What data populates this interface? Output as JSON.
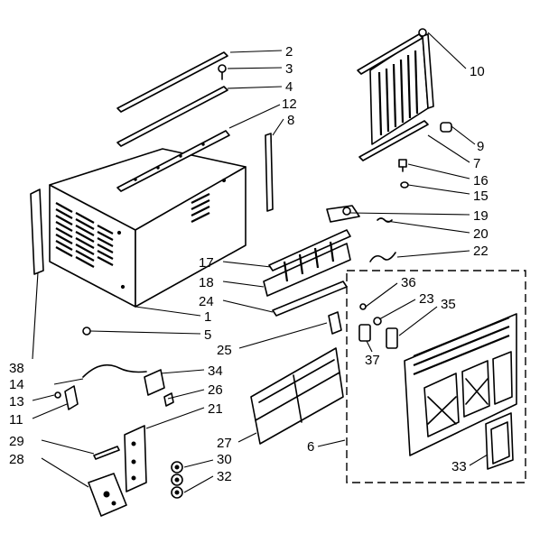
{
  "callouts": {
    "c1": "1",
    "c2": "2",
    "c3": "3",
    "c4": "4",
    "c5": "5",
    "c6": "6",
    "c7": "7",
    "c8": "8",
    "c9": "9",
    "c10": "10",
    "c11": "11",
    "c12": "12",
    "c13": "13",
    "c14": "14",
    "c15": "15",
    "c16": "16",
    "c17": "17",
    "c18": "18",
    "c19": "19",
    "c20": "20",
    "c21": "21",
    "c22": "22",
    "c23": "23",
    "c24": "24",
    "c25": "25",
    "c26": "26",
    "c27": "27",
    "c28": "28",
    "c29": "29",
    "c30": "30",
    "c32": "32",
    "c33": "33",
    "c34": "34",
    "c35": "35",
    "c36": "36",
    "c37": "37",
    "c38": "38"
  }
}
